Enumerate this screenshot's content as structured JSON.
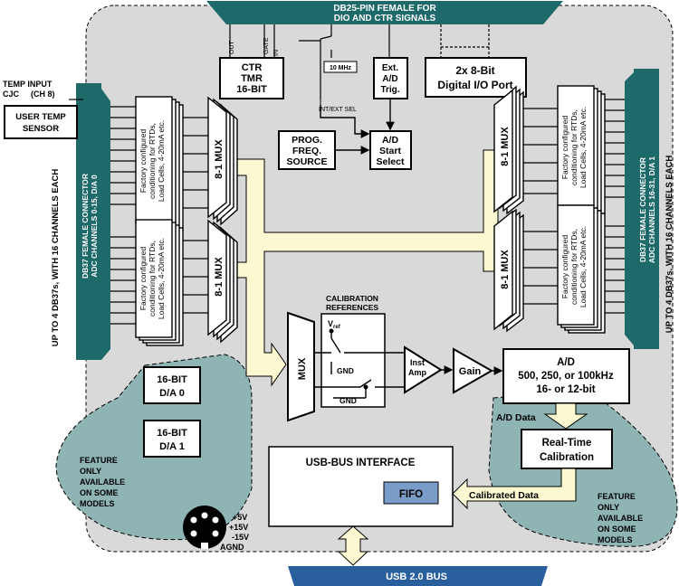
{
  "db25": {
    "line1": "DB25-PIN FEMALE FOR",
    "line2": "DIO AND CTR SIGNALS"
  },
  "pins": {
    "out": "OUT",
    "gate": "GATE",
    "in": "IN"
  },
  "counter": {
    "line1": "CTR",
    "line2": "TMR",
    "line3": "16-BIT"
  },
  "clock": {
    "freq": "10 MHz",
    "sel": "INT/EXT SEL"
  },
  "ext_trig": {
    "line1": "Ext.",
    "line2": "A/D",
    "line3": "Trig."
  },
  "dio": {
    "line1": "2x 8-Bit",
    "line2": "Digital I/O Port"
  },
  "temp": {
    "input": "TEMP INPUT",
    "cjc": "CJC",
    "ch8": "(CH 8)",
    "sensor1": "USER TEMP",
    "sensor2": "SENSOR"
  },
  "left_connector": {
    "line1": "DB37 FEMALE CONNECTOR",
    "line2": "ADC CHANNELS 0-15, D/A 0"
  },
  "right_connector": {
    "line1": "DB37 FEMALE CONNECTOR",
    "line2": "ADC CHANNELS 16-31, D/A 1"
  },
  "side_note": "UP TO 4 DB37s, WITH 16 CHANNELS EACH",
  "conditioning": {
    "line1": "Factory configured",
    "line2": "conditioning for RTDs,",
    "line3": "Load Cells, 4-20mA etc."
  },
  "mux8": "8-1 MUX",
  "prog_freq": {
    "line1": "PROG.",
    "line2": "FREQ.",
    "line3": "SOURCE"
  },
  "ad_start": {
    "line1": "A/D",
    "line2": "Start",
    "line3": "Select"
  },
  "cal_ref": {
    "line1": "CALIBRATION",
    "line2": "REFERENCES",
    "vref": "V",
    "vref_sub": "ref",
    "gnd": "GND"
  },
  "mux_label": "MUX",
  "inst_amp": {
    "line1": "Inst",
    "line2": "Amp"
  },
  "gain": "Gain",
  "ad": {
    "line1": "A/D",
    "line2": "500, 250, or 100kHz",
    "line3": "16- or 12-bit"
  },
  "ad_data": "A/D Data",
  "realtime": {
    "line1": "Real-Time",
    "line2": "Calibration"
  },
  "calibrated_data": "Calibrated Data",
  "da0": {
    "line1": "16-BIT",
    "line2": "D/A 0"
  },
  "da1": {
    "line1": "16-BIT",
    "line2": "D/A 1"
  },
  "feature_note": {
    "line1": "FEATURE",
    "line2": "ONLY",
    "line3": "AVAILABLE",
    "line4": "ON SOME",
    "line5": "MODELS"
  },
  "usb_iface": "USB-BUS INTERFACE",
  "fifo": "FIFO",
  "power": {
    "p5": "+5V",
    "p15": "+15V",
    "m15": "-15V",
    "agnd": "AGND"
  },
  "usb_bus": "USB 2.0 BUS",
  "colors": {
    "teal": "#1e6a6a",
    "board": "#d9d9d9",
    "feature": "#8fb4b4",
    "cream": "#fcf9d2",
    "fifo": "#7a9cc8",
    "usb": "#2a5f9e"
  }
}
